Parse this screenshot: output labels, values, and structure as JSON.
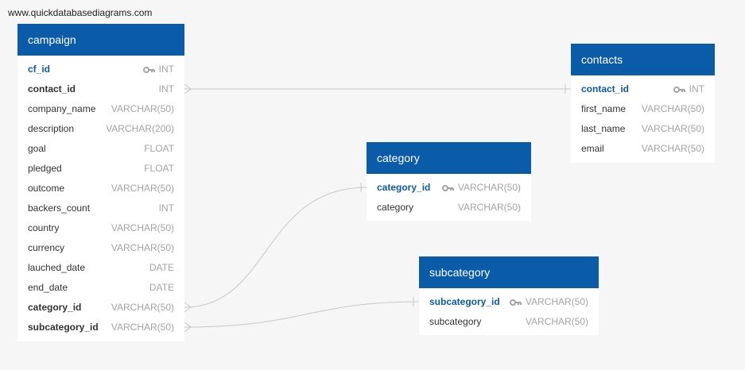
{
  "watermark": "www.quickdatabasediagrams.com",
  "colors": {
    "header": "#0a5ba8",
    "line": "#c8c8c8",
    "type": "#a3a3a3"
  },
  "tables": {
    "campaign": {
      "name": "campaign",
      "columns": [
        {
          "name": "cf_id",
          "type": "INT"
        },
        {
          "name": "contact_id",
          "type": "INT"
        },
        {
          "name": "company_name",
          "type": "VARCHAR(50)"
        },
        {
          "name": "description",
          "type": "VARCHAR(200)"
        },
        {
          "name": "goal",
          "type": "FLOAT"
        },
        {
          "name": "pledged",
          "type": "FLOAT"
        },
        {
          "name": "outcome",
          "type": "VARCHAR(50)"
        },
        {
          "name": "backers_count",
          "type": "INT"
        },
        {
          "name": "country",
          "type": "VARCHAR(50)"
        },
        {
          "name": "currency",
          "type": "VARCHAR(50)"
        },
        {
          "name": "lauched_date",
          "type": "DATE"
        },
        {
          "name": "end_date",
          "type": "DATE"
        },
        {
          "name": "category_id",
          "type": "VARCHAR(50)"
        },
        {
          "name": "subcategory_id",
          "type": "VARCHAR(50)"
        }
      ]
    },
    "contacts": {
      "name": "contacts",
      "columns": [
        {
          "name": "contact_id",
          "type": "INT"
        },
        {
          "name": "first_name",
          "type": "VARCHAR(50)"
        },
        {
          "name": "last_name",
          "type": "VARCHAR(50)"
        },
        {
          "name": "email",
          "type": "VARCHAR(50)"
        }
      ]
    },
    "category": {
      "name": "category",
      "columns": [
        {
          "name": "category_id",
          "type": "VARCHAR(50)"
        },
        {
          "name": "category",
          "type": "VARCHAR(50)"
        }
      ]
    },
    "subcategory": {
      "name": "subcategory",
      "columns": [
        {
          "name": "subcategory_id",
          "type": "VARCHAR(50)"
        },
        {
          "name": "subcategory",
          "type": "VARCHAR(50)"
        }
      ]
    }
  }
}
